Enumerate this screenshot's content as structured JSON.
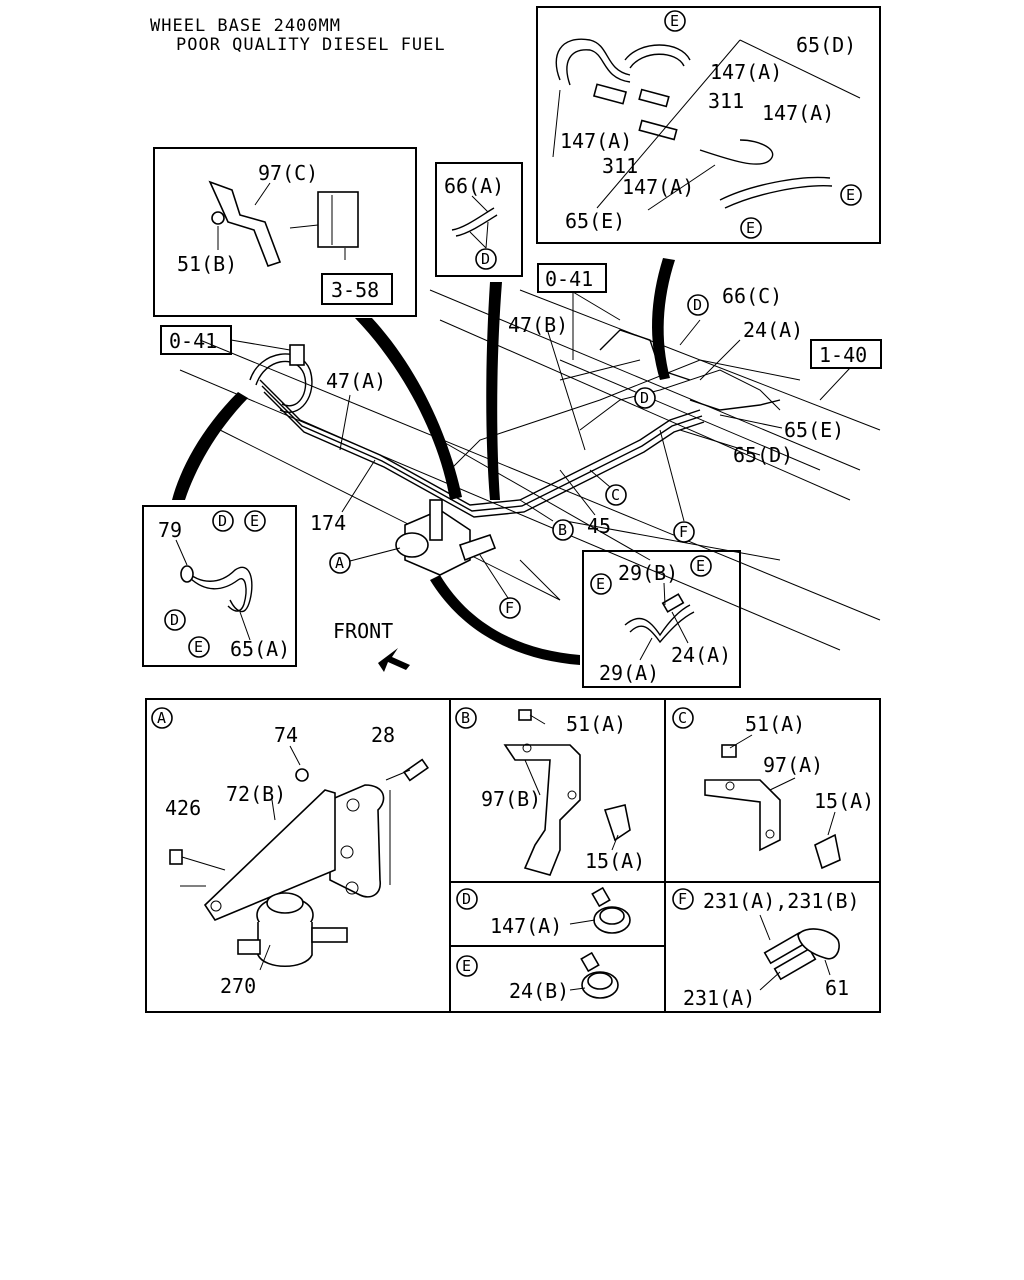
{
  "header": {
    "line1": "WHEEL BASE 2400MM",
    "line2": "POOR QUALITY DIESEL FUEL"
  },
  "front_label": "FRONT",
  "refs": {
    "r1": "3-58",
    "r2": "0-41",
    "r3": "0-41",
    "r4": "1-40"
  },
  "circles": {
    "A": "A",
    "B": "B",
    "C": "C",
    "D": "D",
    "E": "E",
    "F": "F"
  },
  "labels": {
    "p_97C": "97(C)",
    "p_51B": "51(B)",
    "p_66A": "66(A)",
    "p_65D_top": "65(D)",
    "p_147A_1": "147(A)",
    "p_311_1": "311",
    "p_147A_2": "147(A)",
    "p_147A_3": "147(A)",
    "p_311_2": "311",
    "p_147A_4": "147(A)",
    "p_65E_top": "65(E)",
    "p_47B": "47(B)",
    "p_66C": "66(C)",
    "p_24A_main": "24(A)",
    "p_47A": "47(A)",
    "p_65E_main": "65(E)",
    "p_65D_main": "65(D)",
    "p_174": "174",
    "p_45": "45",
    "p_79": "79",
    "p_65A": "65(A)",
    "p_29B": "29(B)",
    "p_29A": "29(A)",
    "p_24A_inset": "24(A)",
    "p_74": "74",
    "p_28": "28",
    "p_426": "426",
    "p_72B": "72(B)",
    "p_270": "270",
    "p_51A_B": "51(A)",
    "p_97B": "97(B)",
    "p_15A_B": "15(A)",
    "p_51A_C": "51(A)",
    "p_97A": "97(A)",
    "p_15A_C": "15(A)",
    "p_147A_D": "147(A)",
    "p_231AB": "231(A),231(B)",
    "p_24B": "24(B)",
    "p_231A": "231(A)",
    "p_61": "61"
  }
}
